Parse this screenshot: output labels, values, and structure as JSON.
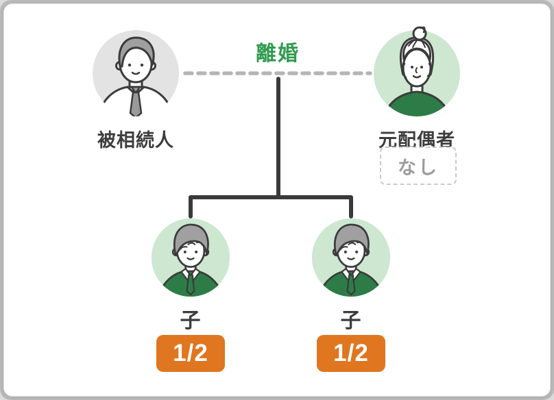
{
  "diagram": {
    "title_relationship_label": "離婚",
    "decedent": {
      "label": "被相続人"
    },
    "ex_spouse": {
      "label": "元配偶者",
      "inheritance_note": "なし"
    },
    "children": [
      {
        "label": "子",
        "share": "1/2"
      },
      {
        "label": "子",
        "share": "1/2"
      }
    ],
    "colors": {
      "green_text": "#2f9b4f",
      "share_badge_bg": "#e0761f",
      "avatar_green_bg": "#cde7d1",
      "avatar_gray_bg": "#e3e3e3",
      "clothing_green": "#2d7c47",
      "hair_gray": "#a0a0a0",
      "outline_dark": "#3b3b3b",
      "line_dark": "#3a3a3a",
      "dashed_connector": "#b5b5b5"
    }
  }
}
